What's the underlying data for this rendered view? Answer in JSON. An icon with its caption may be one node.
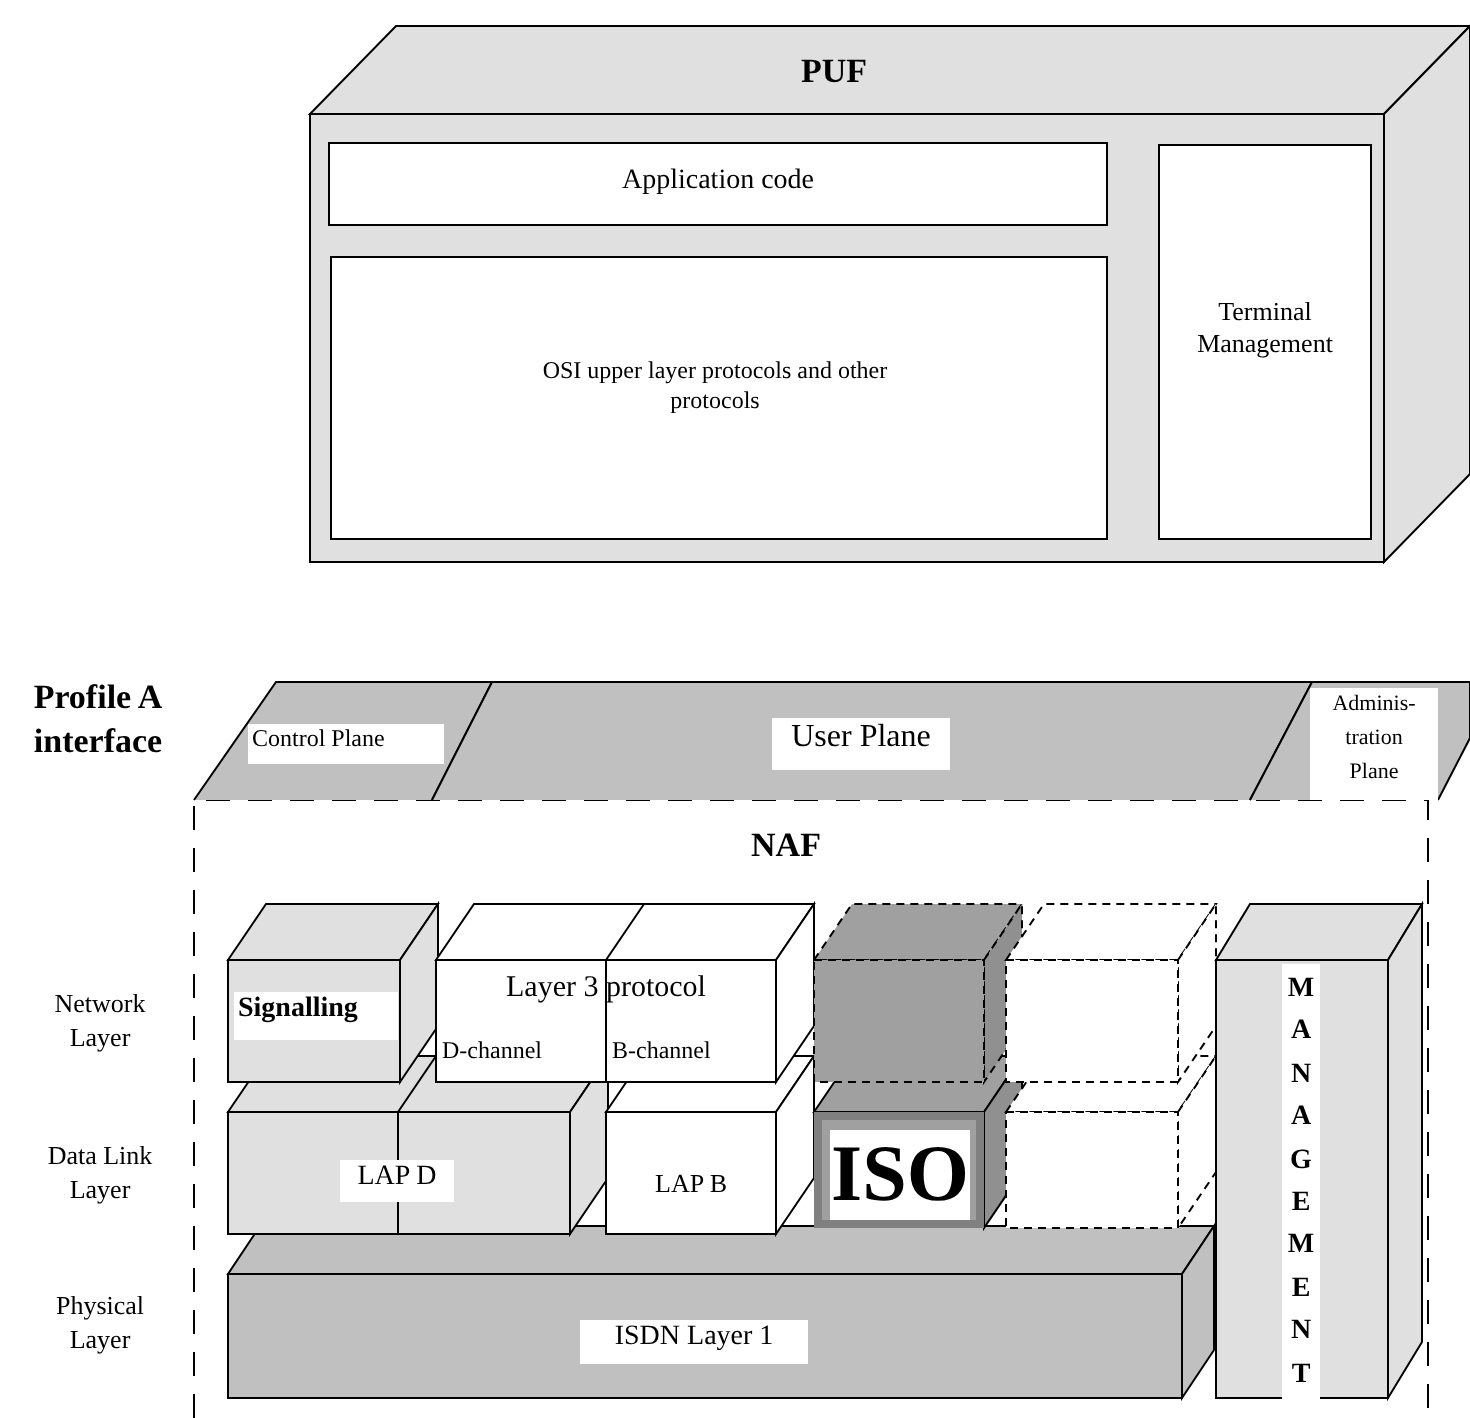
{
  "diagram": {
    "nodes": [
      {
        "text": [
          "PUF"
        ]
      },
      {
        "text": [
          "Application code"
        ],
        "in": 0
      },
      {
        "text": [
          "OSI upper layer protocols and other protocols"
        ],
        "in": 0
      },
      {
        "text": [
          "Terminal Management"
        ],
        "in": 0
      },
      {
        "text": [
          "Control Plane"
        ]
      },
      {
        "text": [
          "User Plane"
        ]
      },
      {
        "text": [
          "Adminis-tration Plane"
        ]
      },
      {
        "text": [
          "NAF"
        ]
      },
      {
        "text": [
          "Signalling"
        ],
        "in": 7
      },
      {
        "text": [
          "Layer 3 protocol",
          "D-channel",
          "B-channel"
        ],
        "in": 7
      },
      {
        "text": [],
        "shape": "cube",
        "in": 7
      },
      {
        "text": [],
        "shape": "cube",
        "in": 7
      },
      {
        "text": [
          "LAP D"
        ],
        "in": 7
      },
      {
        "text": [
          "LAP B"
        ],
        "in": 7
      },
      {
        "text": [
          "ISO"
        ],
        "in": 7
      },
      {
        "text": [],
        "shape": "cube",
        "in": 7
      },
      {
        "text": [
          "ISDN Layer 1"
        ],
        "in": 7
      },
      {
        "text": [
          "MANAGEMENT"
        ],
        "in": 7
      }
    ],
    "labels": [
      "Profile A interface",
      "Network Layer",
      "Data Link Layer",
      "Physical Layer"
    ]
  }
}
